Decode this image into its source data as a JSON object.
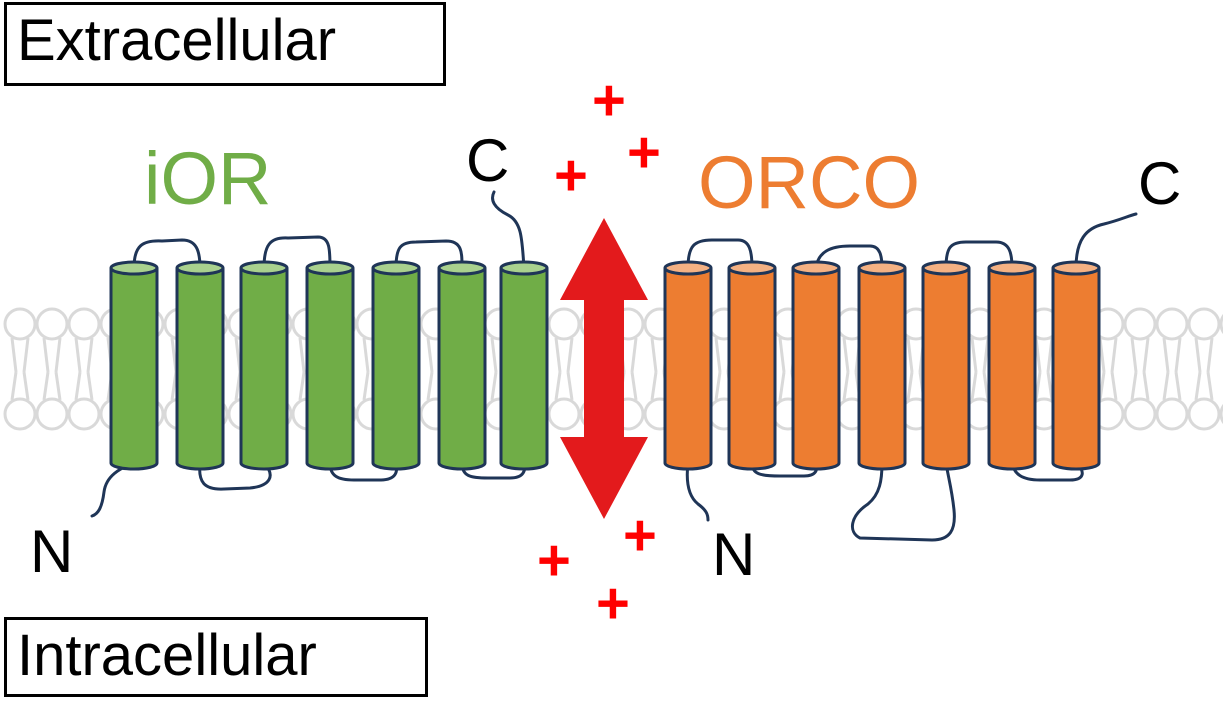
{
  "labels": {
    "extracellular": "Extracellular",
    "intracellular": "Intracellular",
    "ior_name": "iOR",
    "orco_name": "ORCO",
    "ior_c_terminus": "C",
    "ior_n_terminus": "N",
    "orco_c_terminus": "C",
    "orco_n_terminus": "N",
    "ion_symbol": "+"
  },
  "colors": {
    "ior_fill": "#70ad47",
    "ior_top": "#a9d18e",
    "orco_fill": "#ed7d31",
    "orco_top": "#f4b183",
    "outline": "#1f3557",
    "arrow": "#e31a1c",
    "ion": "#ff0000",
    "membrane": "#d9d9d9"
  },
  "proteins": [
    {
      "name": "iOR",
      "helix_count": 7
    },
    {
      "name": "ORCO",
      "helix_count": 7
    }
  ]
}
